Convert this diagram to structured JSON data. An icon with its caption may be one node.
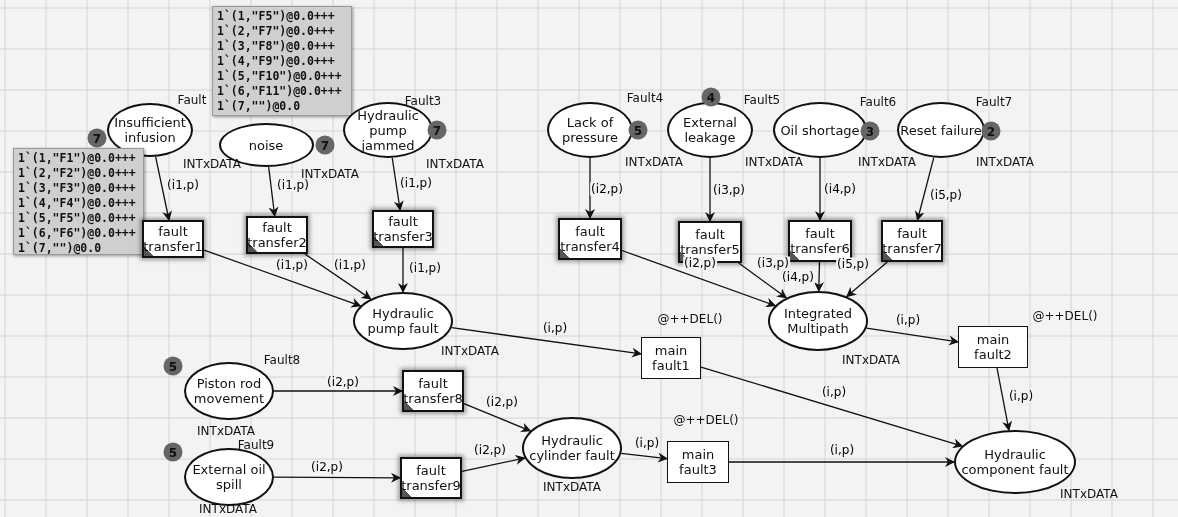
{
  "diagram": {
    "nodes": [
      {
        "text": [
          "Insufficient infusion"
        ],
        "beside": [
          "Fault",
          "7",
          "INTxDATA"
        ]
      },
      {
        "text": [
          "1`(1,\"F1\")@0.0+++ 1`(2,\"F2\")@0.0+++ 1`(3,\"F3\")@0.0+++ 1`(4,\"F4\")@0.0+++ 1`(5,\"F5\")@0.0+++ 1`(6,\"F6\")@0.0+++ 1`(7,\"\")@0.0"
        ]
      },
      {
        "text": [
          "noise"
        ],
        "beside": [
          "7",
          "INTxDATA"
        ]
      },
      {
        "text": [
          "1`(1,\"F5\")@0.0+++ 1`(2,\"F7\")@0.0+++ 1`(3,\"F8\")@0.0+++ 1`(4,\"F9\")@0.0+++ 1`(5,\"F10\")@0.0+++ 1`(6,\"F11\")@0.0+++ 1`(7,\"\")@0.0"
        ]
      },
      {
        "text": [
          "Hydraulic pump jammed"
        ],
        "beside": [
          "Fault3",
          "7",
          "INTxDATA"
        ]
      },
      {
        "text": [
          "Lack of pressure"
        ],
        "beside": [
          "Fault4",
          "5",
          "INTxDATA"
        ]
      },
      {
        "text": [
          "External leakage"
        ],
        "beside": [
          "4",
          "Fault5",
          "INTxDATA"
        ]
      },
      {
        "text": [
          "Oil shortage"
        ],
        "beside": [
          "Fault6",
          "3",
          "INTxDATA"
        ]
      },
      {
        "text": [
          "Reset failure"
        ],
        "beside": [
          "Fault7",
          "2",
          "INTxDATA"
        ]
      },
      {
        "text": [
          "fault transfer1"
        ]
      },
      {
        "text": [
          "fault transfer2"
        ]
      },
      {
        "text": [
          "fault transfer3"
        ]
      },
      {
        "text": [
          "fault transfer4"
        ]
      },
      {
        "text": [
          "fault transfer5"
        ]
      },
      {
        "text": [
          "fault transfer6"
        ]
      },
      {
        "text": [
          "fault transfer7"
        ]
      },
      {
        "text": [
          "Hydraulic pump fault"
        ],
        "beside": [
          "INTxDATA"
        ]
      },
      {
        "text": [
          "Integrated Multipath"
        ],
        "beside": [
          "INTxDATA"
        ]
      },
      {
        "text": [
          "main fault1"
        ],
        "beside": [
          "@++DEL()"
        ]
      },
      {
        "text": [
          "main fault2"
        ],
        "beside": [
          "@++DEL()"
        ]
      },
      {
        "text": [
          "Piston rod movement"
        ],
        "beside": [
          "5",
          "Fault8",
          "INTxDATA"
        ]
      },
      {
        "text": [
          "fault transfer8"
        ]
      },
      {
        "text": [
          "External oil spill"
        ],
        "beside": [
          "5",
          "Fault9",
          "INTxDATA"
        ]
      },
      {
        "text": [
          "fault transfer9"
        ]
      },
      {
        "text": [
          "Hydraulic cylinder fault"
        ],
        "beside": [
          "INTxDATA"
        ]
      },
      {
        "text": [
          "main fault3"
        ],
        "beside": [
          "@++DEL()"
        ]
      },
      {
        "text": [
          "Hydraulic component fault"
        ],
        "beside": [
          "INTxDATA"
        ]
      }
    ],
    "edges": [
      {
        "from": 0,
        "to": 9,
        "arrow": "to",
        "label": "(i1,p)"
      },
      {
        "from": 2,
        "to": 10,
        "arrow": "to",
        "label": "(i1,p)"
      },
      {
        "from": 4,
        "to": 11,
        "arrow": "to",
        "label": "(i1,p)"
      },
      {
        "from": 9,
        "to": 16,
        "arrow": "to",
        "label": "(i1,p)"
      },
      {
        "from": 10,
        "to": 16,
        "arrow": "to",
        "label": "(i1,p)"
      },
      {
        "from": 11,
        "to": 16,
        "arrow": "to",
        "label": "(i1,p)"
      },
      {
        "from": 5,
        "to": 12,
        "arrow": "to",
        "label": "(i2,p)"
      },
      {
        "from": 6,
        "to": 13,
        "arrow": "to",
        "label": "(i3,p)"
      },
      {
        "from": 7,
        "to": 14,
        "arrow": "to",
        "label": "(i4,p)"
      },
      {
        "from": 8,
        "to": 15,
        "arrow": "to",
        "label": "(i5,p)"
      },
      {
        "from": 12,
        "to": 17,
        "arrow": "to",
        "label": "(i2,p)"
      },
      {
        "from": 13,
        "to": 17,
        "arrow": "to",
        "label": "(i3,p)"
      },
      {
        "from": 14,
        "to": 17,
        "arrow": "to",
        "label": "(i4,p)"
      },
      {
        "from": 15,
        "to": 17,
        "arrow": "to",
        "label": "(i5,p)"
      },
      {
        "from": 16,
        "to": 18,
        "arrow": "to",
        "label": "(i,p)"
      },
      {
        "from": 17,
        "to": 19,
        "arrow": "to",
        "label": "(i,p)"
      },
      {
        "from": 18,
        "to": 26,
        "arrow": "to",
        "label": "(i,p)"
      },
      {
        "from": 19,
        "to": 26,
        "arrow": "to",
        "label": "(i,p)"
      },
      {
        "from": 20,
        "to": 21,
        "arrow": "to",
        "label": "(i2,p)"
      },
      {
        "from": 21,
        "to": 24,
        "arrow": "to",
        "label": "(i2,p)"
      },
      {
        "from": 22,
        "to": 23,
        "arrow": "to",
        "label": "(i2,p)"
      },
      {
        "from": 23,
        "to": 24,
        "arrow": "to",
        "label": "(i2,p)"
      },
      {
        "from": 24,
        "to": 25,
        "arrow": "to",
        "label": "(i,p)"
      },
      {
        "from": 25,
        "to": 26,
        "arrow": "to",
        "label": "(i,p)"
      }
    ]
  }
}
